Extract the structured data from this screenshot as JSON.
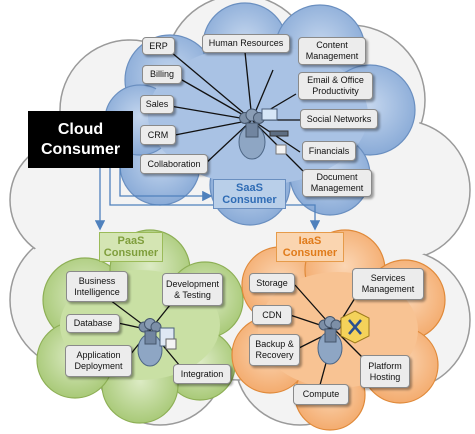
{
  "cloud_consumer": "Cloud\nConsumer",
  "saas": {
    "label": "SaaS\nConsumer",
    "items": {
      "erp": "ERP",
      "human_resources": "Human Resources",
      "content_management": "Content\nManagement",
      "billing": "Billing",
      "email_office": "Email & Office\nProductivity",
      "sales": "Sales",
      "social_networks": "Social Networks",
      "crm": "CRM",
      "financials": "Financials",
      "collaboration": "Collaboration",
      "document_management": "Document\nManagement"
    }
  },
  "paas": {
    "label": "PaaS\nConsumer",
    "items": {
      "business_intelligence": "Business\nIntelligence",
      "development_testing": "Development\n& Testing",
      "database": "Database",
      "application_deployment": "Application\nDeployment",
      "integration": "Integration"
    }
  },
  "iaas": {
    "label": "IaaS\nConsumer",
    "items": {
      "storage": "Storage",
      "services_management": "Services\nManagement",
      "cdn": "CDN",
      "backup_recovery": "Backup &\nRecovery",
      "platform_hosting": "Platform\nHosting",
      "compute": "Compute"
    }
  },
  "colors": {
    "saas_cloud": "#8fb0da",
    "paas_cloud": "#b7d38e",
    "iaas_cloud": "#f6b47a",
    "outer_cloud": "#f2f2f2",
    "arrow": "#4f81bd"
  }
}
